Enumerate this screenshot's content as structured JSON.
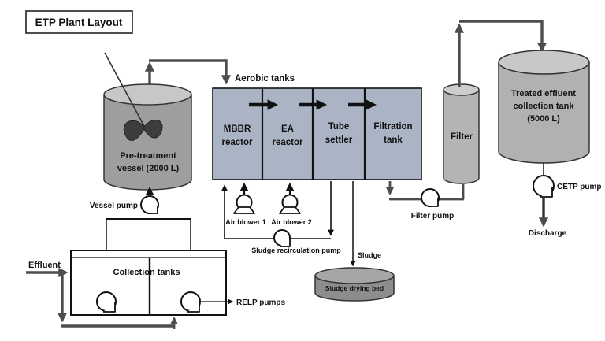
{
  "title": "ETP Plant Layout",
  "labels": {
    "aerobic_tanks": "Aerobic tanks",
    "collection_tanks": "Collection tanks",
    "filter": "Filter",
    "sludge_drying_bed": "Sludge drying bed"
  },
  "vessels": {
    "pretreatment": {
      "line1": "Pre-treatment",
      "line2": "vessel (2000 L)"
    },
    "treated": {
      "line1": "Treated effluent",
      "line2": "collection tank",
      "line3": "(5000 L)"
    }
  },
  "compartments": [
    {
      "line1": "MBBR",
      "line2": "reactor"
    },
    {
      "line1": "EA",
      "line2": "reactor"
    },
    {
      "line1": "Tube",
      "line2": "settler"
    },
    {
      "line1": "Filtration",
      "line2": "tank"
    }
  ],
  "pumps": {
    "vessel": "Vessel pump",
    "air1": "Air blower 1",
    "air2": "Air blower 2",
    "sludge_recirc": "Sludge recirculation pump",
    "filter": "Filter pump",
    "cetp": "CETP pump",
    "relp": "RELP pumps"
  },
  "flows": {
    "effluent": "Effluent",
    "sludge": "Sludge",
    "discharge": "Discharge"
  },
  "colors": {
    "aerobic_fill": "#aab4c4",
    "pretreatment_body": "#9e9e9e",
    "pretreatment_top": "#c7c7c7",
    "treated_body": "#b1b1b1",
    "treated_top": "#c8c8c8",
    "filter_body": "#b4b4b4",
    "filter_top": "#cdcdcd",
    "bed_body": "#8d8d8d",
    "bed_top": "#a6a6a6",
    "pipe": "#4d4d4d",
    "line": "#111111"
  }
}
